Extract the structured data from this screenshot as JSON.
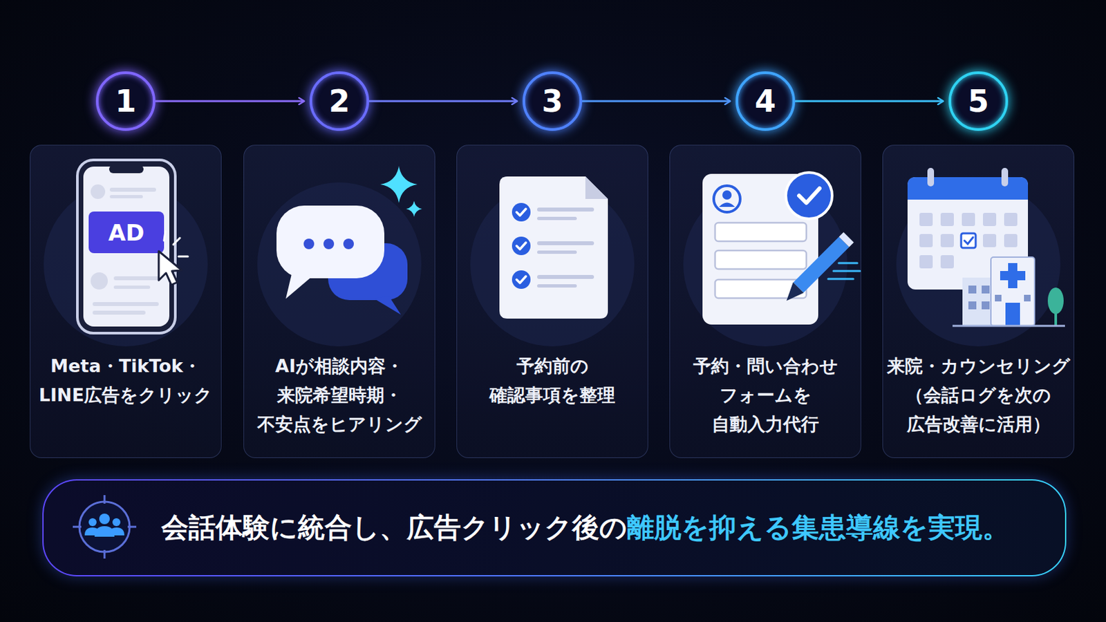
{
  "diagram": {
    "nodes": [
      {
        "text": [
          "1"
        ]
      },
      {
        "text": [
          "2"
        ]
      },
      {
        "text": [
          "3"
        ]
      },
      {
        "text": [
          "4"
        ]
      },
      {
        "text": [
          "5"
        ]
      },
      {
        "text": [
          "Meta・TikTok・ LINE広告をクリック"
        ]
      },
      {
        "text": [
          "AIが相談内容・ 来院希望時期・ 不安点をヒアリング"
        ]
      },
      {
        "text": [
          "予約前の 確認事項を整理"
        ]
      },
      {
        "text": [
          "予約・問い合わせ フォームを 自動入力代行"
        ]
      },
      {
        "text": [
          "来院・カウンセリング （会話ログを次の 広告改善に活用）"
        ]
      },
      {
        "text": [
          "会話体験に統合し、広告クリック後の",
          "離脱を抑える集患導線を実現。"
        ]
      }
    ],
    "edges": [
      {
        "from": 0,
        "to": 1,
        "arrow": "to"
      },
      {
        "from": 1,
        "to": 2,
        "arrow": "to"
      },
      {
        "from": 2,
        "to": 3,
        "arrow": "to"
      },
      {
        "from": 3,
        "to": 4,
        "arrow": "to"
      }
    ],
    "labels": [
      "AD"
    ]
  }
}
